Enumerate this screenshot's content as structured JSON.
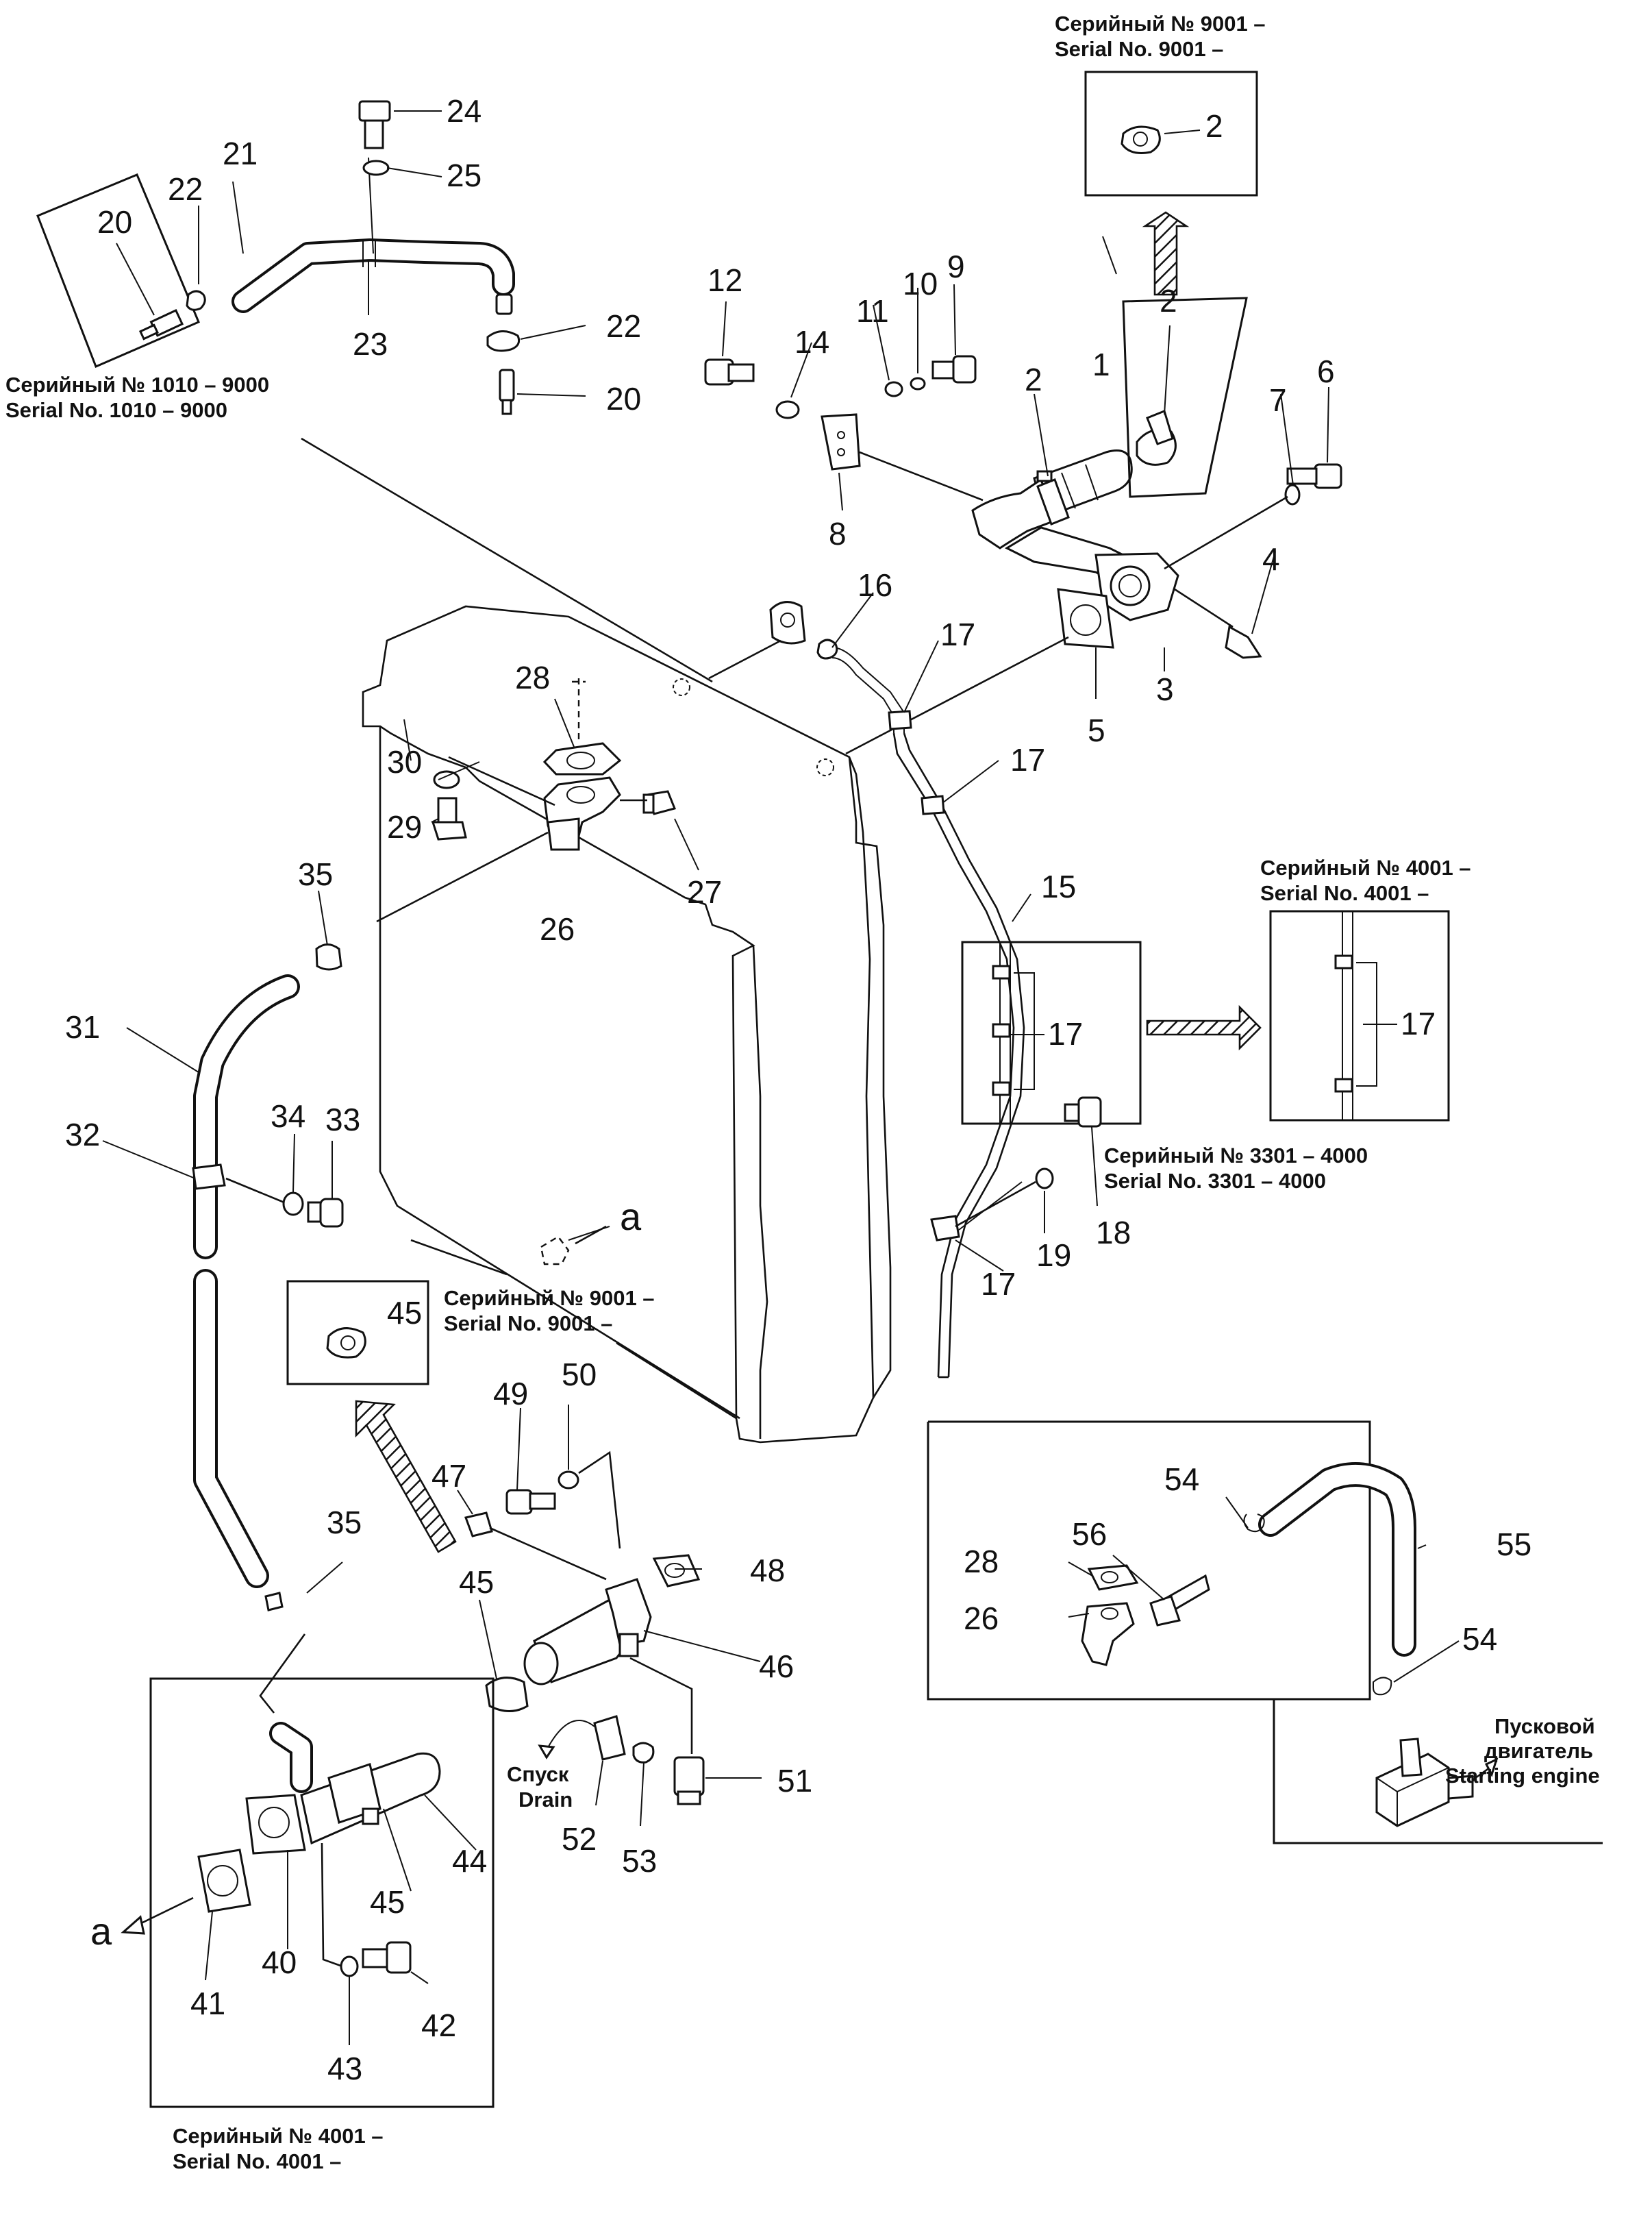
{
  "diagram": {
    "callouts": [
      "1",
      "2",
      "3",
      "4",
      "5",
      "6",
      "7",
      "8",
      "9",
      "10",
      "11",
      "12",
      "14",
      "15",
      "16",
      "17",
      "18",
      "19",
      "20",
      "21",
      "22",
      "23",
      "24",
      "25",
      "26",
      "27",
      "28",
      "29",
      "30",
      "31",
      "32",
      "33",
      "34",
      "35",
      "40",
      "41",
      "42",
      "43",
      "44",
      "45",
      "46",
      "47",
      "48",
      "49",
      "50",
      "51",
      "52",
      "53",
      "54",
      "55",
      "56"
    ],
    "view_marker": "a",
    "serial_notes": {
      "s9001_ru": "Серийный № 9001 –",
      "s9001_en": "Serial No. 9001 –",
      "s1010_ru": "Серийный № 1010 – 9000",
      "s1010_en": "Serial No. 1010 – 9000",
      "s4001_ru": "Серийный № 4001 –",
      "s4001_en": "Serial No. 4001 –",
      "s3301_ru": "Серийный № 3301 – 4000",
      "s3301_en": "Serial No. 3301 – 4000"
    },
    "labels": {
      "drain_ru": "Спуск",
      "drain_en": "Drain",
      "starting_engine_ru_1": "Пусковой",
      "starting_engine_ru_2": "двигатель",
      "starting_engine_en": "Starting engine"
    }
  }
}
